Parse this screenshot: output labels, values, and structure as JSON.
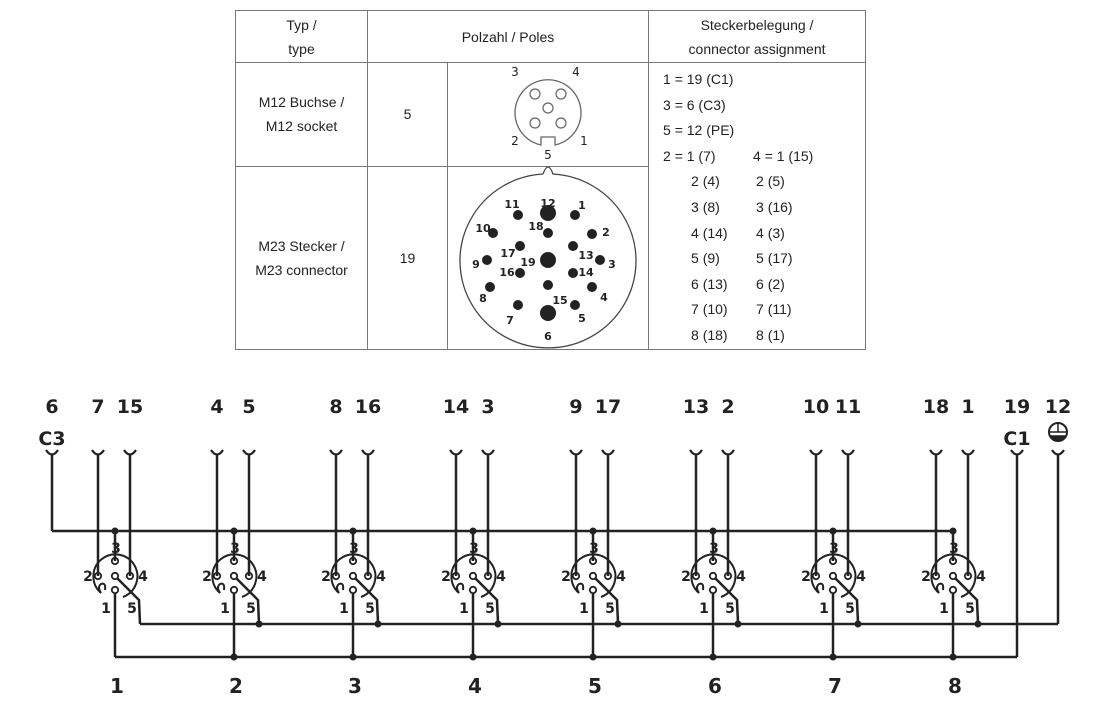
{
  "table": {
    "headers": {
      "type": "Typ /\ntype",
      "poles": "Polzahl / Poles",
      "assignment": "Steckerbelegung /\nconnector assignment"
    },
    "rows": [
      {
        "type_de": "M12 Buchse /",
        "type_en": "M12 socket",
        "poles": "5"
      },
      {
        "type_de": "M23 Stecker /",
        "type_en": "M23 connector",
        "poles": "19"
      }
    ],
    "m12_pin_labels": [
      "1",
      "2",
      "3",
      "4",
      "5"
    ],
    "m23_pin_labels": [
      "1",
      "2",
      "3",
      "4",
      "5",
      "6",
      "7",
      "8",
      "9",
      "10",
      "11",
      "12",
      "13",
      "14",
      "15",
      "16",
      "17",
      "18",
      "19"
    ],
    "assignment_single": [
      "1 = 19 (C1)",
      "3 = 6 (C3)",
      "5 = 12 (PE)"
    ],
    "assignment_pairs": [
      [
        "2 = 1 (7)",
        "4 = 1 (15)"
      ],
      [
        "2 (4)",
        "2 (5)"
      ],
      [
        "3 (8)",
        "3 (16)"
      ],
      [
        "4 (14)",
        "4 (3)"
      ],
      [
        "5 (9)",
        "5 (17)"
      ],
      [
        "6 (13)",
        "6 (2)"
      ],
      [
        "7 (10)",
        "7 (11)"
      ],
      [
        "8 (18)",
        "8 (1)"
      ]
    ]
  },
  "wiring": {
    "c3": {
      "pin": "6",
      "label": "C3"
    },
    "c1": {
      "pin": "19",
      "label": "C1"
    },
    "pe": {
      "pin": "12",
      "symbol": "earth-ground-icon"
    },
    "m12_pin_labels": {
      "p1": "1",
      "p2": "2",
      "p3": "3",
      "p4": "4",
      "p5": "5"
    },
    "sockets": [
      {
        "number": "1",
        "pin2": "7",
        "pin4": "15"
      },
      {
        "number": "2",
        "pin2": "4",
        "pin4": "5"
      },
      {
        "number": "3",
        "pin2": "8",
        "pin4": "16"
      },
      {
        "number": "4",
        "pin2": "14",
        "pin4": "3"
      },
      {
        "number": "5",
        "pin2": "9",
        "pin4": "17"
      },
      {
        "number": "6",
        "pin2": "13",
        "pin4": "2"
      },
      {
        "number": "7",
        "pin2": "10",
        "pin4": "11"
      },
      {
        "number": "8",
        "pin2": "18",
        "pin4": "1"
      }
    ],
    "line_color": "#222222"
  }
}
